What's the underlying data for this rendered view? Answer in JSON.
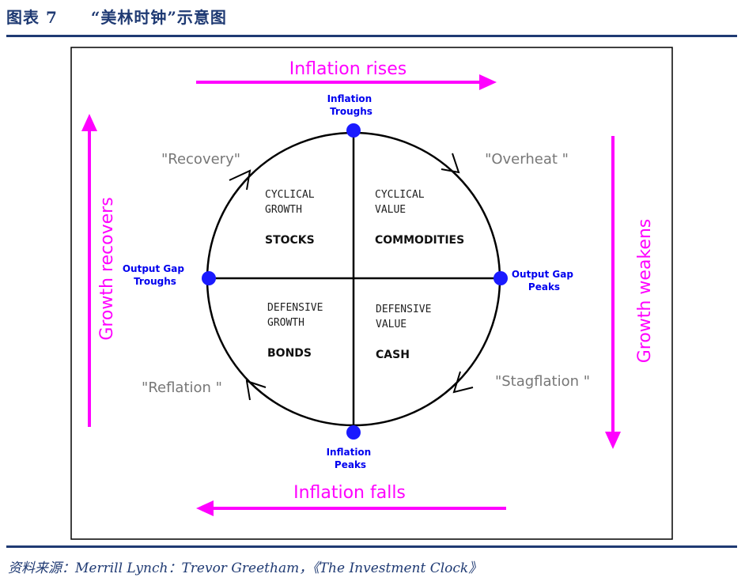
{
  "figure": {
    "title": "图表 7　　“美林时钟”示意图",
    "source": "资料来源：Merrill Lynch：Trevor Greetham，《The Investment Clock》"
  },
  "arrows": {
    "top": "Inflation rises",
    "bottom": "Inflation falls",
    "left": "Growth recovers",
    "right": "Growth weakens"
  },
  "points": {
    "top": [
      "Inflation",
      "Troughs"
    ],
    "bottom": [
      "Inflation",
      "Peaks"
    ],
    "left": [
      "Output Gap",
      "Troughs"
    ],
    "right": [
      "Output Gap",
      "Peaks"
    ]
  },
  "phases": {
    "recovery": "\"Recovery\"",
    "overheat": "\"Overheat \"",
    "stagflation": "\"Stagflation \"",
    "reflation": "\"Reflation \""
  },
  "quadrants": {
    "top_left": {
      "line1": "CYCLICAL",
      "line2": "GROWTH",
      "asset": "STOCKS"
    },
    "top_right": {
      "line1": "CYCLICAL",
      "line2": "VALUE",
      "asset": "COMMODITIES"
    },
    "bottom_left": {
      "line1": "DEFENSIVE",
      "line2": "GROWTH",
      "asset": "BONDS"
    },
    "bottom_right": {
      "line1": "DEFENSIVE",
      "line2": "VALUE",
      "asset": "CASH"
    }
  },
  "colors": {
    "arrow": "#ff00ff",
    "point": "#1a1aff",
    "point_label": "#0000ee",
    "phase_label": "#777777",
    "frame": "#1f3a73"
  }
}
